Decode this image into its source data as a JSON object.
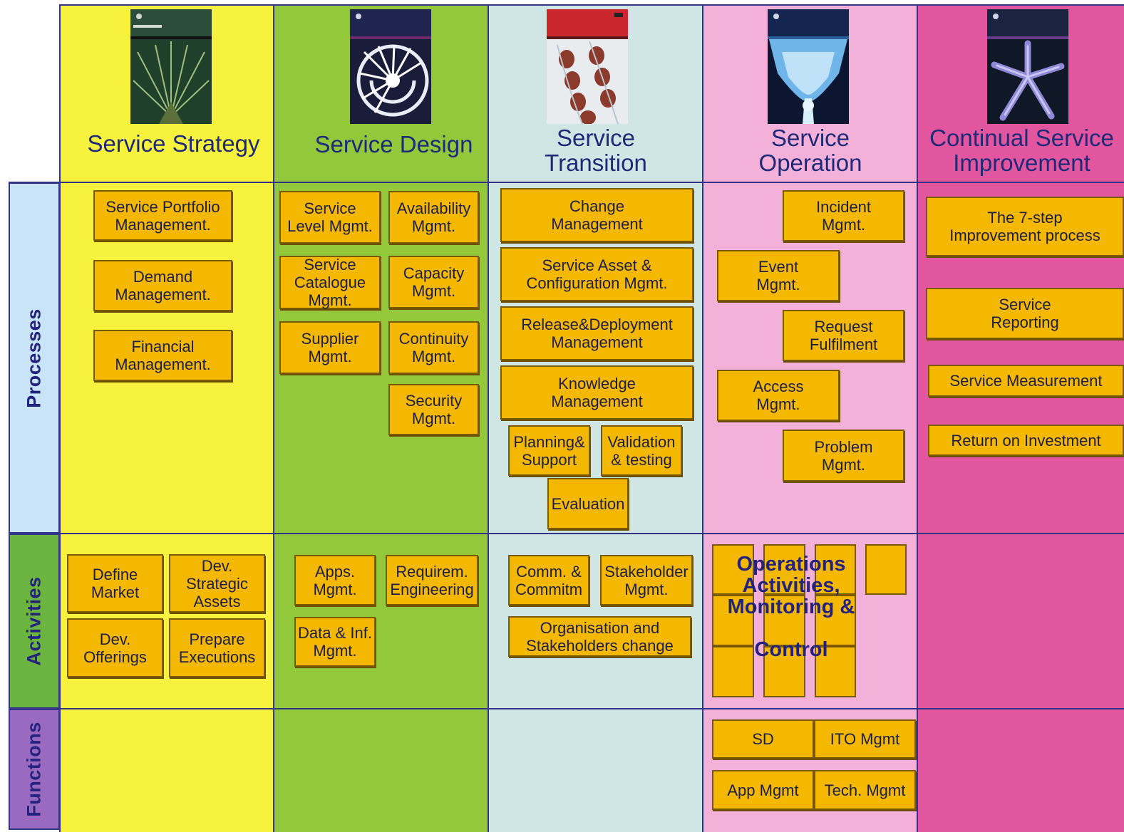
{
  "colors": {
    "strategy": "#f7f23e",
    "design": "#93c83a",
    "transition": "#cfe6e4",
    "operation": "#f3b0d8",
    "improvement": "#e2559f",
    "box": "#f5b800",
    "rowlabel_processes": "#c9e4f6",
    "rowlabel_activities": "#6cb440",
    "rowlabel_functions": "#9a6ac0"
  },
  "rows": {
    "processes": "Processes",
    "activities": "Activities",
    "functions": "Functions"
  },
  "columns": {
    "strategy": {
      "title": "Service Strategy",
      "book_icon": "leaf-book-cover-icon"
    },
    "design": {
      "title": "Service Design",
      "book_icon": "nautilus-book-cover-icon"
    },
    "transition": {
      "title": "Service\nTransition",
      "book_icon": "seed-pod-book-cover-icon"
    },
    "operation": {
      "title": "Service\nOperation",
      "book_icon": "flower-book-cover-icon"
    },
    "improvement": {
      "title": "Continual Service\nImprovement",
      "book_icon": "starfish-book-cover-icon"
    }
  },
  "processes": {
    "strategy": [
      "Service Portfolio\nManagement.",
      "Demand\nManagement.",
      "Financial\nManagement."
    ],
    "design": [
      "Service\nLevel Mgmt.",
      "Availability\nMgmt.",
      "Service\nCatalogue\nMgmt.",
      "Capacity\nMgmt.",
      "Supplier\nMgmt.",
      "Continuity\nMgmt.",
      "Security\nMgmt."
    ],
    "transition": [
      "Change\nManagement",
      "Service Asset &\nConfiguration Mgmt.",
      "Release&Deployment\nManagement",
      "Knowledge\nManagement",
      "Planning&\nSupport",
      "Validation\n& testing",
      "Evaluation"
    ],
    "operation": [
      "Incident\nMgmt.",
      "Event\nMgmt.",
      "Request\nFulfilment",
      "Access\nMgmt.",
      "Problem\nMgmt."
    ],
    "improvement": [
      "The 7-step\nImprovement process",
      "Service\nReporting",
      "Service Measurement",
      "Return on Investment"
    ]
  },
  "activities": {
    "strategy": [
      "Define\nMarket",
      "Dev.\nStrategic\nAssets",
      "Dev.\nOfferings",
      "Prepare\nExecutions"
    ],
    "design": [
      "Apps.\nMgmt.",
      "Requirem.\nEngineering",
      "Data & Inf.\nMgmt."
    ],
    "transition": [
      "Comm. &\nCommitm",
      "Stakeholder\nMgmt.",
      "Organisation and\nStakeholders change"
    ],
    "operation": "Operations\nActivities,\nMonitoring &\n\nControl"
  },
  "functions": {
    "operation": [
      "SD",
      "ITO Mgmt",
      "App Mgmt",
      "Tech. Mgmt"
    ]
  }
}
